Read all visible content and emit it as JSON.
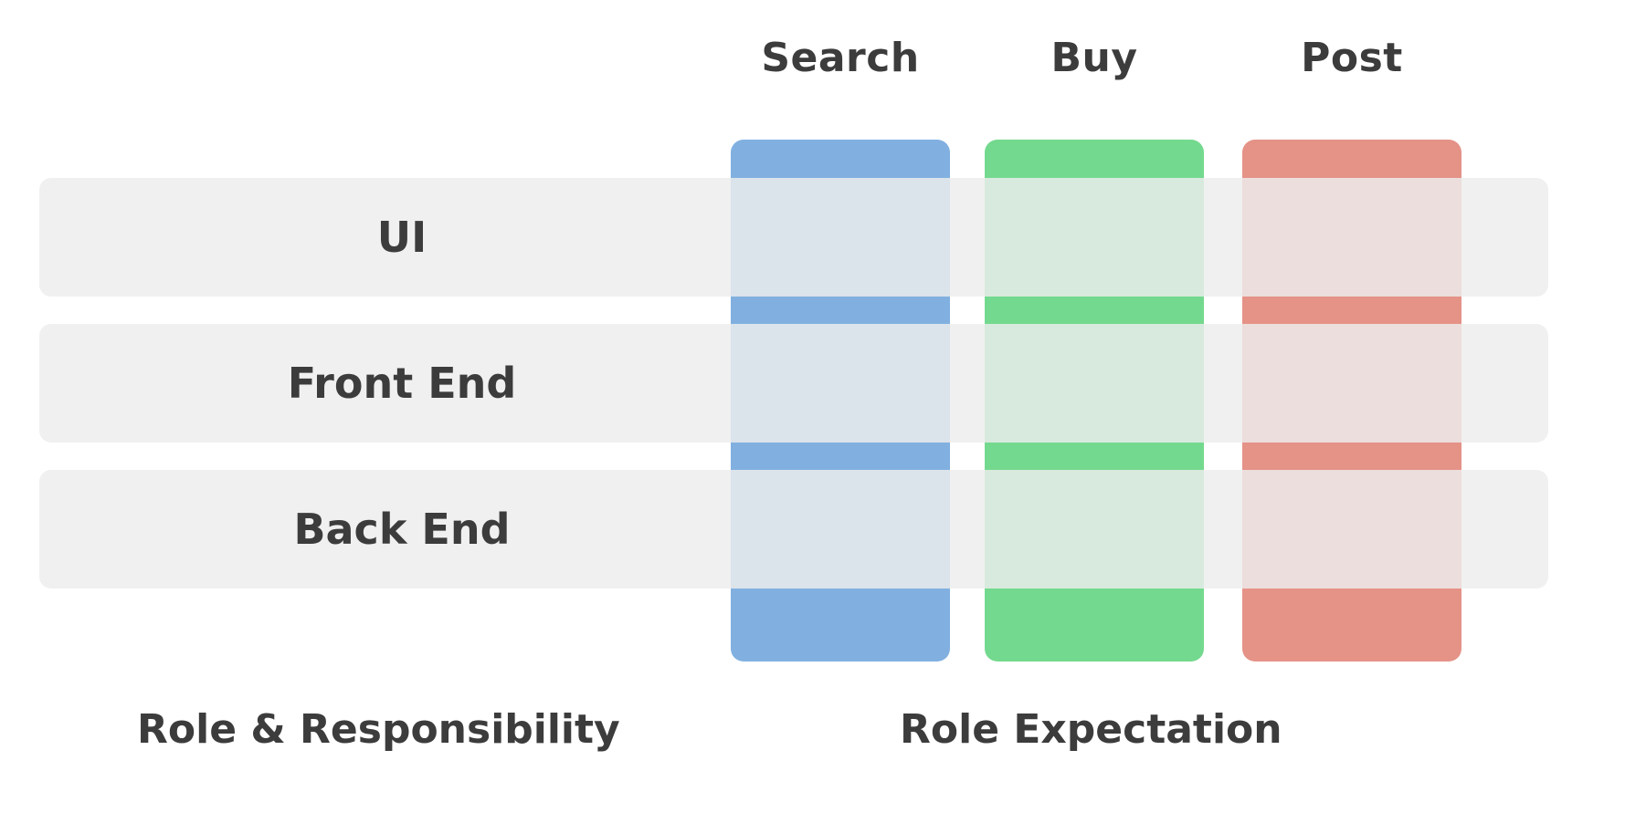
{
  "diagram": {
    "type": "role-expectation-matrix",
    "background_color": "#ffffff",
    "text_color": "#3c3c3c",
    "row_band_color": "#ededed"
  },
  "columns": [
    {
      "label": "Search",
      "color": "#81b0e0"
    },
    {
      "label": "Buy",
      "color": "#73d98e"
    },
    {
      "label": "Post",
      "color": "#e59287"
    }
  ],
  "rows": [
    {
      "label": "UI"
    },
    {
      "label": "Front End"
    },
    {
      "label": "Back End"
    }
  ],
  "captions": {
    "left": "Role & Responsibility",
    "right": "Role Expectation"
  }
}
